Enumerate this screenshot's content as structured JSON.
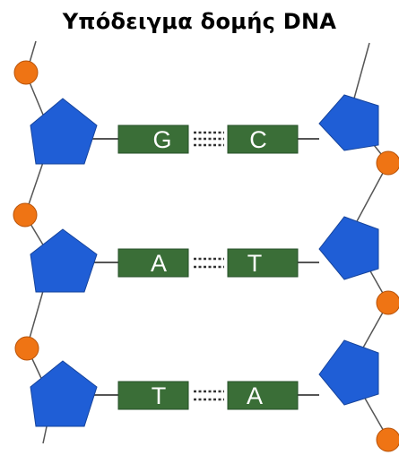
{
  "title": "Υπόδειγμα δομής DNA",
  "colors": {
    "sugar": "#1f5ed6",
    "phosphate": "#ef7414",
    "base": "#3a6e37",
    "hbond": "#333333",
    "backbone": "#555555"
  },
  "pairs": [
    {
      "left": "G",
      "right": "C"
    },
    {
      "left": "A",
      "right": "T"
    },
    {
      "left": "T",
      "right": "A"
    }
  ]
}
